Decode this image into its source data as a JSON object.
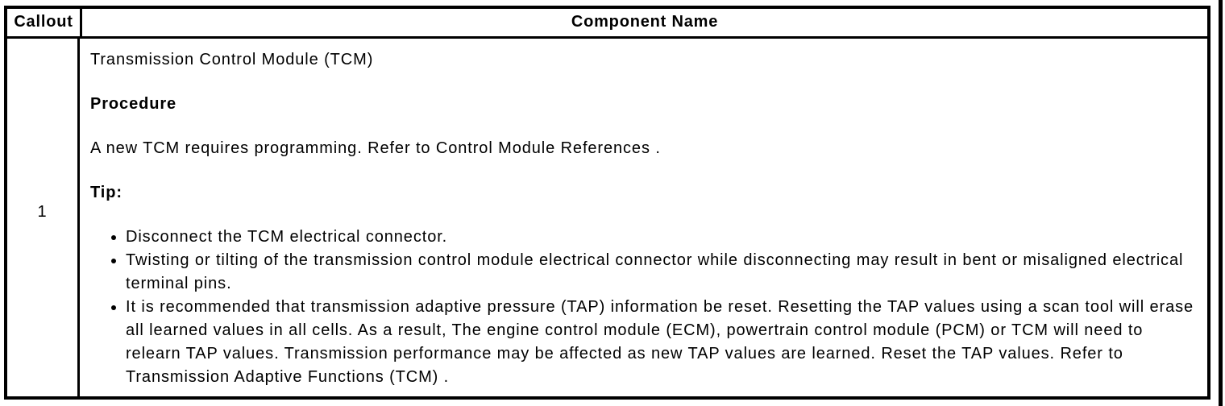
{
  "table": {
    "headers": {
      "callout": "Callout",
      "component_name": "Component Name"
    },
    "row": {
      "callout": "1",
      "title": "Transmission Control Module (TCM)",
      "procedure_heading": "Procedure",
      "procedure_text": "A new TCM requires programming. Refer to Control Module References .",
      "tip_heading": "Tip:",
      "tips": [
        "Disconnect the TCM electrical connector.",
        "Twisting or tilting of the transmission control module electrical connector while disconnecting may result in bent or misaligned electrical terminal pins.",
        "It is recommended that transmission adaptive pressure (TAP) information be reset. Resetting the TAP values using a scan tool will erase all learned values in all cells. As a result, The engine control module (ECM), powertrain control module (PCM) or TCM will need to relearn TAP values. Transmission performance may be affected as new TAP values are learned. Reset the TAP values. Refer to Transmission Adaptive Functions (TCM) ."
      ]
    },
    "colors": {
      "border": "#000000",
      "text": "#000000",
      "background": "#ffffff"
    }
  }
}
